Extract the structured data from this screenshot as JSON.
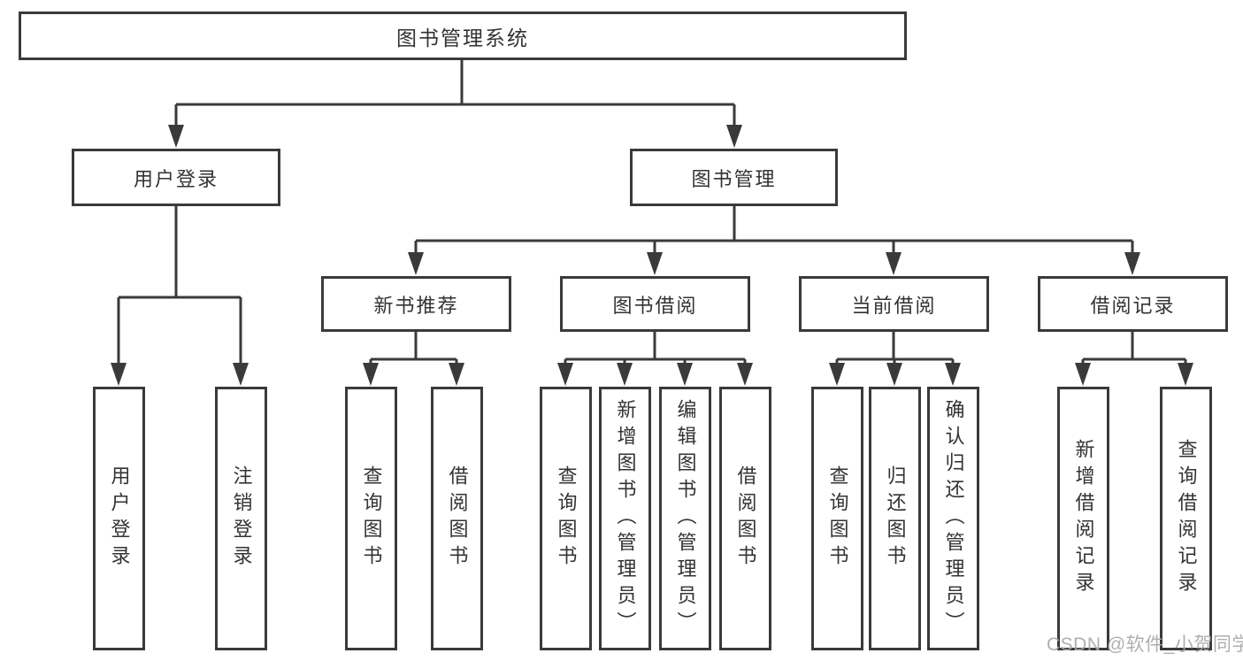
{
  "diagram_type": "tree",
  "colors": {
    "line": "#3a3a3a",
    "box_border": "#3a3a3a",
    "text": "#333333",
    "background": "#ffffff",
    "watermark": "#a9a9a9"
  },
  "tree": {
    "root": {
      "label": "图书管理系统",
      "children": [
        {
          "label": "用户登录",
          "children": [
            {
              "label": "用户登录"
            },
            {
              "label": "注销登录"
            }
          ]
        },
        {
          "label": "图书管理",
          "children": [
            {
              "label": "新书推荐",
              "children": [
                {
                  "label": "查询图书"
                },
                {
                  "label": "借阅图书"
                }
              ]
            },
            {
              "label": "图书借阅",
              "children": [
                {
                  "label": "查询图书"
                },
                {
                  "label": "新增图书（管理员）"
                },
                {
                  "label": "编辑图书（管理员）"
                },
                {
                  "label": "借阅图书"
                }
              ]
            },
            {
              "label": "当前借阅",
              "children": [
                {
                  "label": "查询图书"
                },
                {
                  "label": "归还图书"
                },
                {
                  "label": "确认归还（管理员）"
                }
              ]
            },
            {
              "label": "借阅记录",
              "children": [
                {
                  "label": "新增借阅记录"
                },
                {
                  "label": "查询借阅记录"
                }
              ]
            }
          ]
        }
      ]
    }
  },
  "watermark": {
    "text": "CSDN @软件_小贺同学"
  }
}
